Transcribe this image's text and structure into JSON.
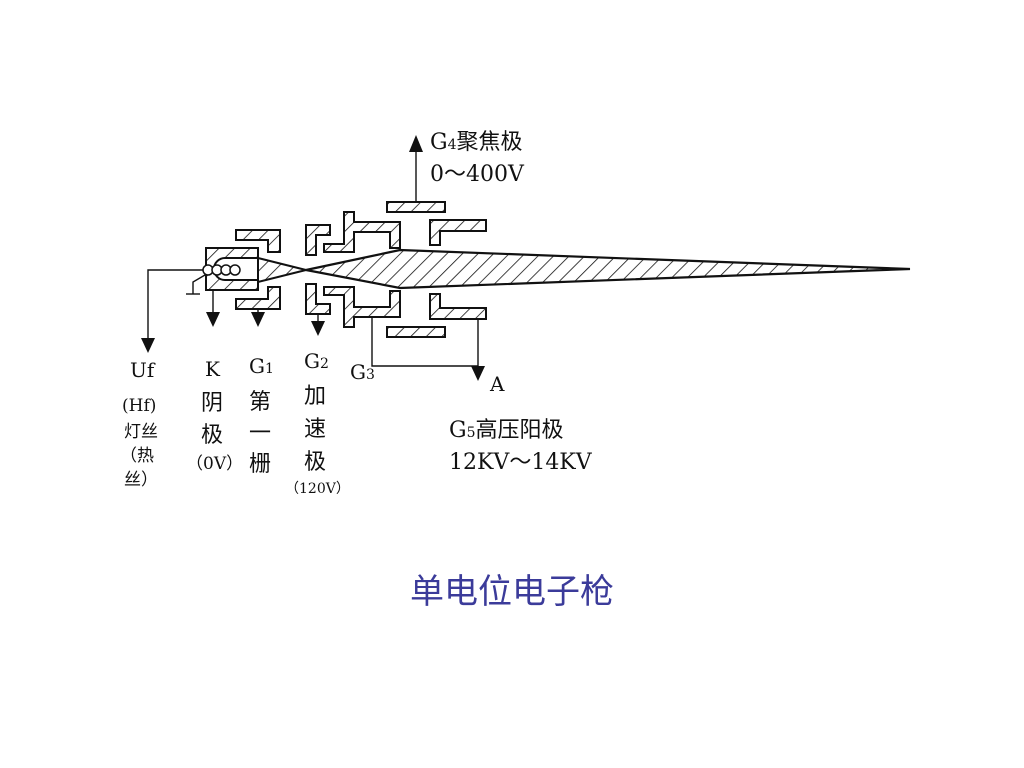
{
  "colors": {
    "ink": "#111111",
    "title": "#3b3b9a",
    "background": "#ffffff"
  },
  "labels": {
    "g4_letter": "G",
    "g4_sub": "4",
    "g4_name": "聚焦极",
    "g4_voltage": "0～400V",
    "uf_label": "Uf",
    "hf_label": "(Hf)",
    "filament_line1": "灯丝",
    "filament_line2": "（热",
    "filament_line3": "丝）",
    "k_label": "K",
    "cathode_char1": "阴",
    "cathode_char2": "极",
    "cathode_voltage": "（0V）",
    "g1_letter": "G",
    "g1_sub": "1",
    "g1_char1": "第",
    "g1_char2": "一",
    "g1_char3": "栅",
    "g2_letter": "G",
    "g2_sub": "2",
    "g2_char1": "加",
    "g2_char2": "速",
    "g2_char3": "极",
    "g2_voltage": "（120V）",
    "g3_letter": "G",
    "g3_sub": "3",
    "a_label": "A",
    "g5_letter": "G",
    "g5_sub": "5",
    "g5_name": "高压阳极",
    "g5_voltage": "12KV～14KV"
  },
  "title": "单电位电子枪"
}
